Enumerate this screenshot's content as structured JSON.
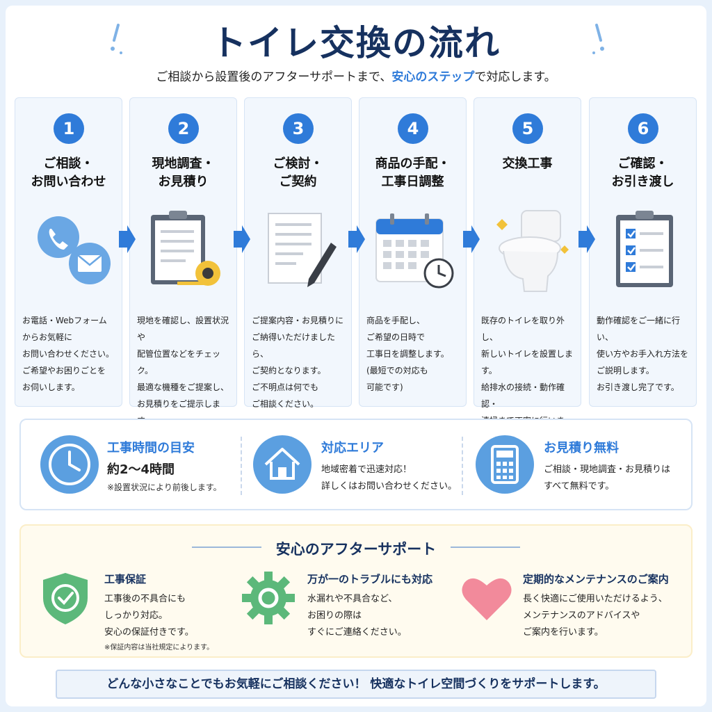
{
  "header": {
    "title": "トイレ交換の流れ",
    "subtitle_pre": "ご相談から設置後のアフターサポートまで、",
    "subtitle_highlight": "安心のステップ",
    "subtitle_post": "で対応します。"
  },
  "steps": [
    {
      "num": "1",
      "title": "ご相談・\nお問い合わせ",
      "icon": "phone-mail-icon",
      "desc": "お電話・Webフォーム\nからお気軽に\nお問い合わせください。\nご希望やお困りごとを\nお伺いします。"
    },
    {
      "num": "2",
      "title": "現地調査・\nお見積り",
      "icon": "clipboard-tape-icon",
      "desc": "現地を確認し、設置状況や\n配管位置などをチェック。\n最適な機種をご提案し、\nお見積りをご提示します。"
    },
    {
      "num": "3",
      "title": "ご検討・\nご契約",
      "icon": "document-pen-icon",
      "desc": "ご提案内容・お見積りに\nご納得いただけましたら、\nご契約となります。\nご不明点は何でも\nご相談ください。"
    },
    {
      "num": "4",
      "title": "商品の手配・\n工事日調整",
      "icon": "calendar-clock-icon",
      "desc": "商品を手配し、\nご希望の日時で\n工事日を調整します。\n(最短での対応も\n可能です)"
    },
    {
      "num": "5",
      "title": "交換工事",
      "icon": "toilet-icon",
      "desc": "既存のトイレを取り外し、\n新しいトイレを設置します。\n給排水の接続・動作確認・\n清掃まで丁寧に行います。"
    },
    {
      "num": "6",
      "title": "ご確認・\nお引き渡し",
      "icon": "checklist-icon",
      "desc": "動作確認をご一緒に行い、\n使い方やお手入れ方法を\nご説明します。\nお引き渡し完了です。"
    }
  ],
  "info": {
    "time": {
      "title": "工事時間の目安",
      "value": "約2〜4時間",
      "note": "※設置状況により前後します。"
    },
    "area": {
      "title": "対応エリア",
      "text": "地域密着で迅速対応！\n詳しくはお問い合わせください。"
    },
    "estimate": {
      "title": "お見積り無料",
      "text": "ご相談・現地調査・お見積りは\nすべて無料です。"
    }
  },
  "after": {
    "heading": "安心のアフターサポート",
    "items": [
      {
        "title": "工事保証",
        "text": "工事後の不具合にも\nしっかり対応。\n安心の保証付きです。",
        "note": "※保証内容は当社規定によります。"
      },
      {
        "title": "万が一のトラブルにも対応",
        "text": "水漏れや不具合など、\nお困りの際は\nすぐにご連絡ください。"
      },
      {
        "title": "定期的なメンテナンスのご案内",
        "text": "長く快適にご使用いただけるよう、\nメンテナンスのアドバイスや\nご案内を行います。"
      }
    ]
  },
  "footer": {
    "message": "どんな小さなことでもお気軽にご相談ください！ 快適なトイレ空間づくりをサポートします。"
  },
  "colors": {
    "accent": "#2f7bd9",
    "navy": "#16315f",
    "green": "#5cb87a",
    "pink": "#f28a9b",
    "yellow": "#f2c23a"
  }
}
